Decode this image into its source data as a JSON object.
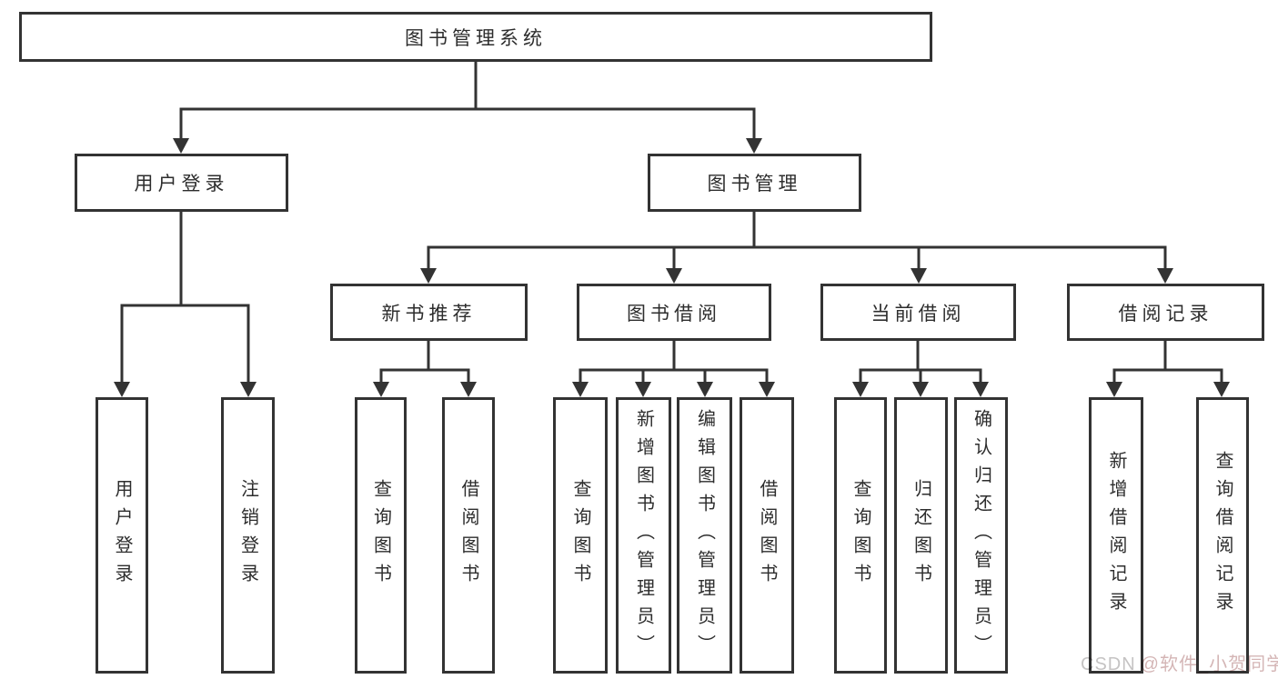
{
  "nodes": {
    "root": {
      "label": "图书管理系统"
    },
    "user_login": {
      "label": "用户登录"
    },
    "book_mgmt": {
      "label": "图书管理"
    },
    "new_book_rec": {
      "label": "新书推荐"
    },
    "book_borrow": {
      "label": "图书借阅"
    },
    "current_borrow": {
      "label": "当前借阅"
    },
    "borrow_records": {
      "label": "借阅记录"
    },
    "leaf_user_login": {
      "label": "用户登录"
    },
    "leaf_logout": {
      "label": "注销登录"
    },
    "leaf_query_book_1": {
      "label": "查询图书"
    },
    "leaf_borrow_book_1": {
      "label": "借阅图书"
    },
    "leaf_query_book_2": {
      "label": "查询图书"
    },
    "leaf_add_book": {
      "label": "新增图书（管理员）"
    },
    "leaf_edit_book": {
      "label": "编辑图书（管理员）"
    },
    "leaf_borrow_book_2": {
      "label": "借阅图书"
    },
    "leaf_query_book_3": {
      "label": "查询图书"
    },
    "leaf_return_book": {
      "label": "归还图书"
    },
    "leaf_confirm_return": {
      "label": "确认归还（管理员）"
    },
    "leaf_add_borrow_record": {
      "label": "新增借阅记录"
    },
    "leaf_query_borrow_record": {
      "label": "查询借阅记录"
    }
  },
  "watermark": {
    "brand": "CSDN",
    "handle": "@软件_小贺同学"
  },
  "colors": {
    "line": "#333333",
    "text": "#2d2d2d",
    "box_background": "#ffffff",
    "watermark_brand": "#b6b4b4",
    "watermark_handle": "#c9a3a3"
  }
}
